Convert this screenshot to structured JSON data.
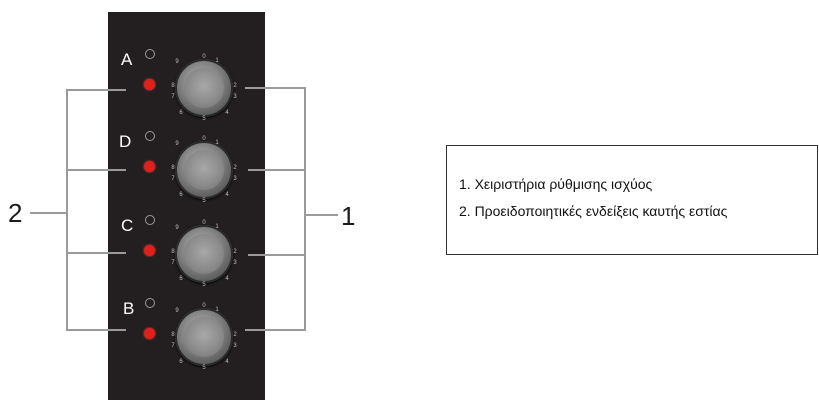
{
  "zones": [
    {
      "letter": "A"
    },
    {
      "letter": "D"
    },
    {
      "letter": "C"
    },
    {
      "letter": "B"
    }
  ],
  "dial_ticks": [
    "0",
    "1",
    "2",
    "3",
    "4",
    "5",
    "6",
    "7",
    "8",
    "9"
  ],
  "callouts": {
    "left": "2",
    "right": "1"
  },
  "legend": {
    "item_1": "1. Χειριστήρια ρύθμισης ισχύος",
    "item_2": "2. Προειδοποιητικές ενδείξεις καυτής εστίας"
  },
  "colors": {
    "panel": "#231f20",
    "warning_led": "#e0201b",
    "leader": "#9a9a9a"
  }
}
